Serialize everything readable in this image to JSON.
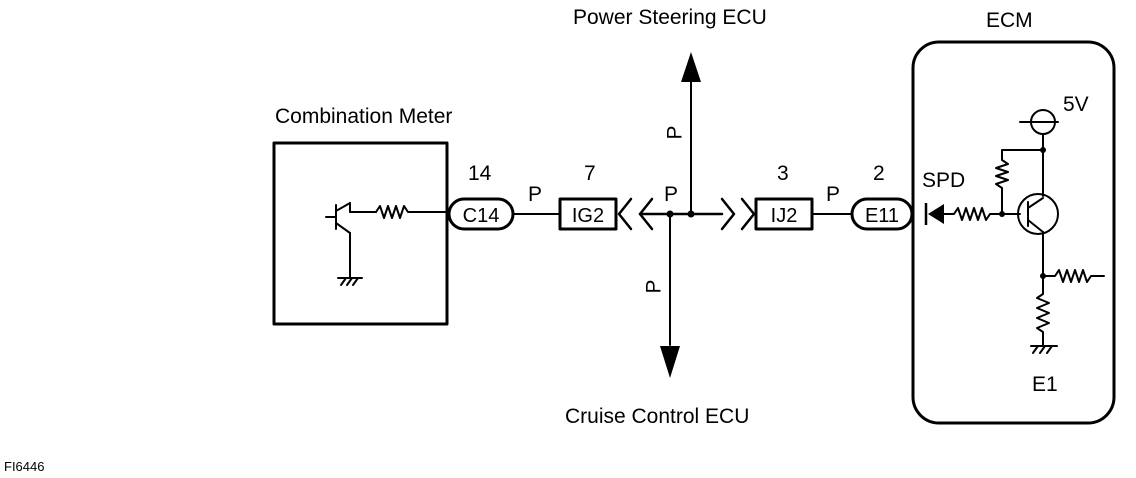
{
  "labels": {
    "power_steering": "Power Steering ECU",
    "cruise_control": "Cruise Control ECU",
    "combination_meter": "Combination Meter",
    "ecm": "ECM",
    "five_v": "5V",
    "spd": "SPD",
    "e1": "E1",
    "figure_id": "FI6446"
  },
  "connectors": {
    "c14": {
      "name": "C14",
      "pin": "14"
    },
    "ig2": {
      "name": "IG2",
      "pin": "7"
    },
    "ij2": {
      "name": "IJ2",
      "pin": "3"
    },
    "e11": {
      "name": "E11",
      "pin": "2"
    }
  },
  "wire_colors": {
    "c14_ig2": "P",
    "junction": "P",
    "ij2_e11": "P",
    "to_power_steering": "P",
    "to_cruise_control": "P"
  }
}
